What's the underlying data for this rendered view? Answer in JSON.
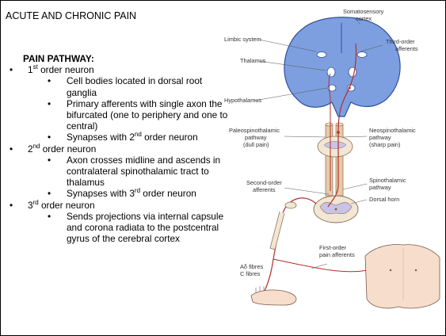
{
  "slide": {
    "title": "ACUTE AND CHRONIC PAIN",
    "heading": "PAIN PATHWAY:",
    "bullet_glyph": "•",
    "outline": [
      {
        "pre": "1",
        "sup": "st",
        "post": " order neuron",
        "subs": [
          {
            "pre": "Cell bodies located in dorsal root ganglia",
            "sup": "",
            "post": ""
          },
          {
            "pre": "Primary afferents with single axon the bifurcated (one to periphery and one to central)",
            "sup": "",
            "post": ""
          },
          {
            "pre": "Synapses with 2",
            "sup": "nd",
            "post": " order neuron"
          }
        ]
      },
      {
        "pre": "2",
        "sup": "nd",
        "post": " order neuron",
        "subs": [
          {
            "pre": "Axon crosses midline and ascends in contralateral spinothalamic tract to thalamus",
            "sup": "",
            "post": ""
          },
          {
            "pre": "Synapses with 3",
            "sup": "rd",
            "post": " order neuron"
          }
        ]
      },
      {
        "pre": "3",
        "sup": "rd",
        "post": " order neuron",
        "subs": [
          {
            "pre": "Sends projections via internal capsule and corona radiata to the postcentral gyrus of the cerebral cortex",
            "sup": "",
            "post": ""
          }
        ]
      }
    ]
  },
  "diagram": {
    "labels": {
      "somatosensory_cortex_1": "Somatosensory",
      "somatosensory_cortex_2": "cortex",
      "limbic_system": "Limbic system",
      "third_order_1": "Third-order",
      "third_order_2": "afferents",
      "thalamus": "Thalamus",
      "hypothalamus": "Hypothalamus",
      "paleo_1": "Paleospinothalamic",
      "paleo_2": "pathway",
      "paleo_3": "(dull pain)",
      "neo_1": "Neospinothalamic",
      "neo_2": "pathway",
      "neo_3": "(sharp pain)",
      "second_order_1": "Second-order",
      "second_order_2": "afferents",
      "spinothalamic_1": "Spinothalamic",
      "spinothalamic_2": "pathway",
      "dorsal_horn": "Dorsal horn",
      "first_order_1": "First-order",
      "first_order_2": "pain afferents",
      "a_delta": "Aδ fibres",
      "c_fibres": "C fibres"
    },
    "colors": {
      "brain": "#7d9fe0",
      "brain_outline": "#2f4f9f",
      "nerve": "#b0302a",
      "tract": "#e8c9a8",
      "cord": "#f2e6d5",
      "grey_matter": "#c9c3e8",
      "leader": "#555555"
    }
  }
}
